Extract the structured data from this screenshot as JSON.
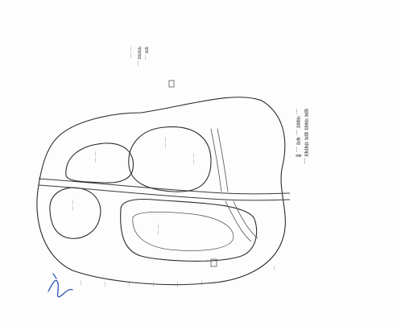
{
  "document": {
    "kind": "hand-drawn site map (scanned, rotated 90°)",
    "header_note_line1": "ग्राम नक्शा ग्राम पंचायत …",
    "header_note_line2": "… नक्शा … बना … है",
    "side_note_lines": [
      "ग्राम …",
      "पंचायत …",
      "… …"
    ],
    "region_labels": {
      "left_circle": "… …",
      "upper_left_lobe": "… …",
      "center_lobe": "… …",
      "lower_right_lobe": "… …",
      "right_lobe": "… …"
    },
    "small_note_bottom": "…",
    "bottom_labels": [
      "…",
      "…",
      "…",
      "…",
      "…",
      "…"
    ]
  },
  "colors": {
    "ink": "#2b2b2b",
    "signature": "#2c56b8",
    "paper": "#fdfdfd"
  }
}
